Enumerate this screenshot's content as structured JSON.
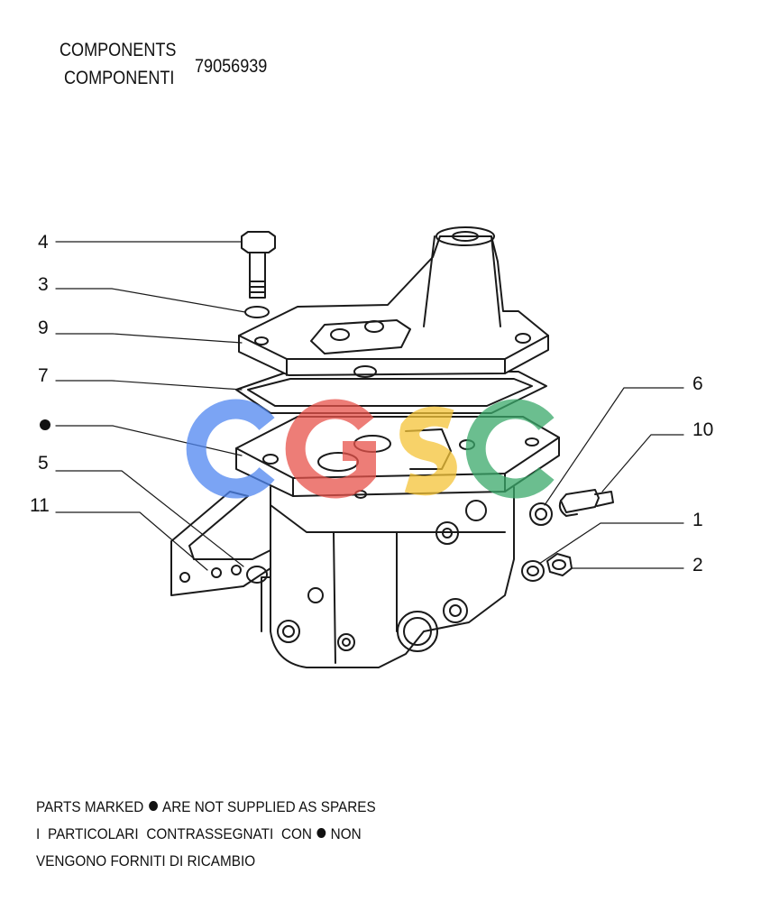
{
  "header": {
    "title_en": "COMPONENTS",
    "title_it": "COMPONENTI",
    "part_number": "79056939"
  },
  "callouts": [
    {
      "id": "4",
      "label": "4"
    },
    {
      "id": "3",
      "label": "3"
    },
    {
      "id": "9",
      "label": "9"
    },
    {
      "id": "7",
      "label": "7"
    },
    {
      "id": "5",
      "label": "5"
    },
    {
      "id": "11",
      "label": "11"
    },
    {
      "id": "6",
      "label": "6"
    },
    {
      "id": "10",
      "label": "10"
    },
    {
      "id": "1",
      "label": "1"
    },
    {
      "id": "2",
      "label": "2"
    }
  ],
  "watermark": {
    "text": "CGSC",
    "colors": [
      "#4f86f0",
      "#e8524a",
      "#f5c437",
      "#3aa96a"
    ]
  },
  "notes": {
    "line1_a": "PARTS MARKED",
    "line1_b": "ARE NOT SUPPLIED AS SPARES",
    "line2_a": "I  PARTICOLARI  CONTRASSEGNATI  CON",
    "line2_b": "NON",
    "line3": "VENGONO FORNITI DI RICAMBIO"
  }
}
